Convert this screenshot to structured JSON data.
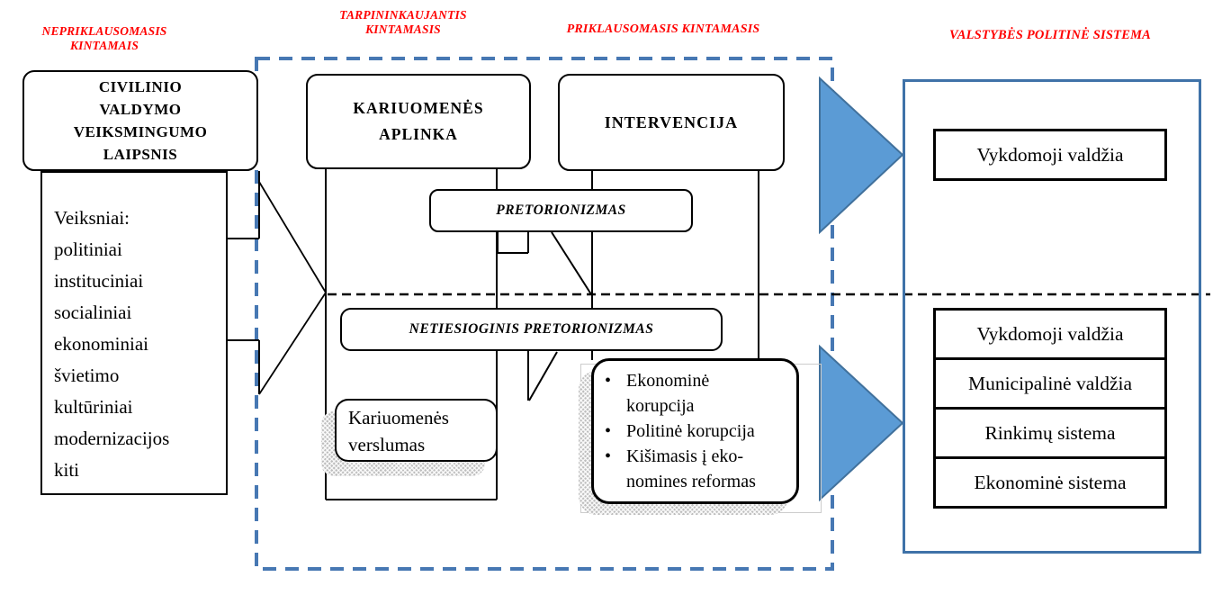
{
  "headers": {
    "independent": "NEPRIKLAUSOMASIS KINTAMAIS",
    "mediating": "TARPININKAUJANTIS\nKINTAMASIS",
    "dependent": "PRIKLAUSOMASIS KINTAMASIS",
    "state_system": "VALSTYBĖS POLITINĖ SISTEMA"
  },
  "left": {
    "title": "CIVILINIO\nVALDYMO\nVEIKSMINGUMO\nLAIPSNIS",
    "factors": "Veiksniai:\npolitiniai\ninstituciniai\nsocialiniai\nekonominiai\nšvietimo\nkultūriniai\nmodernizacijos\nkiti"
  },
  "middle": {
    "army_environment": "KARIUOMENĖS\nAPLINKA",
    "intervention": "INTERVENCIJA",
    "pretorianism": "PRETORIONIZMAS",
    "indirect_pretorianism": "NETIESIOGINIS PRETORIONIZMAS",
    "army_entrepreneurship": "Kariuomenės\nverslumas",
    "bullets": [
      "Ekonominė\nkorupcija",
      "Politinė korupcija",
      "Kišimasis į eko-\nnomines reformas"
    ]
  },
  "right": {
    "top_cell": "Vykdomoji valdžia",
    "cells": [
      "Vykdomoji valdžia",
      "Municipalinė valdžia",
      "Rinkimų sistema",
      "Ekonominė sistema"
    ]
  },
  "ui": {
    "bullet_char": "•"
  },
  "colors": {
    "label_red": "#ff0000",
    "arrow_fill": "#5b9bd5",
    "arrow_border": "#41719c",
    "dashed_border_blue": "#4778b3",
    "panel_border_blue": "#3f72a8"
  }
}
